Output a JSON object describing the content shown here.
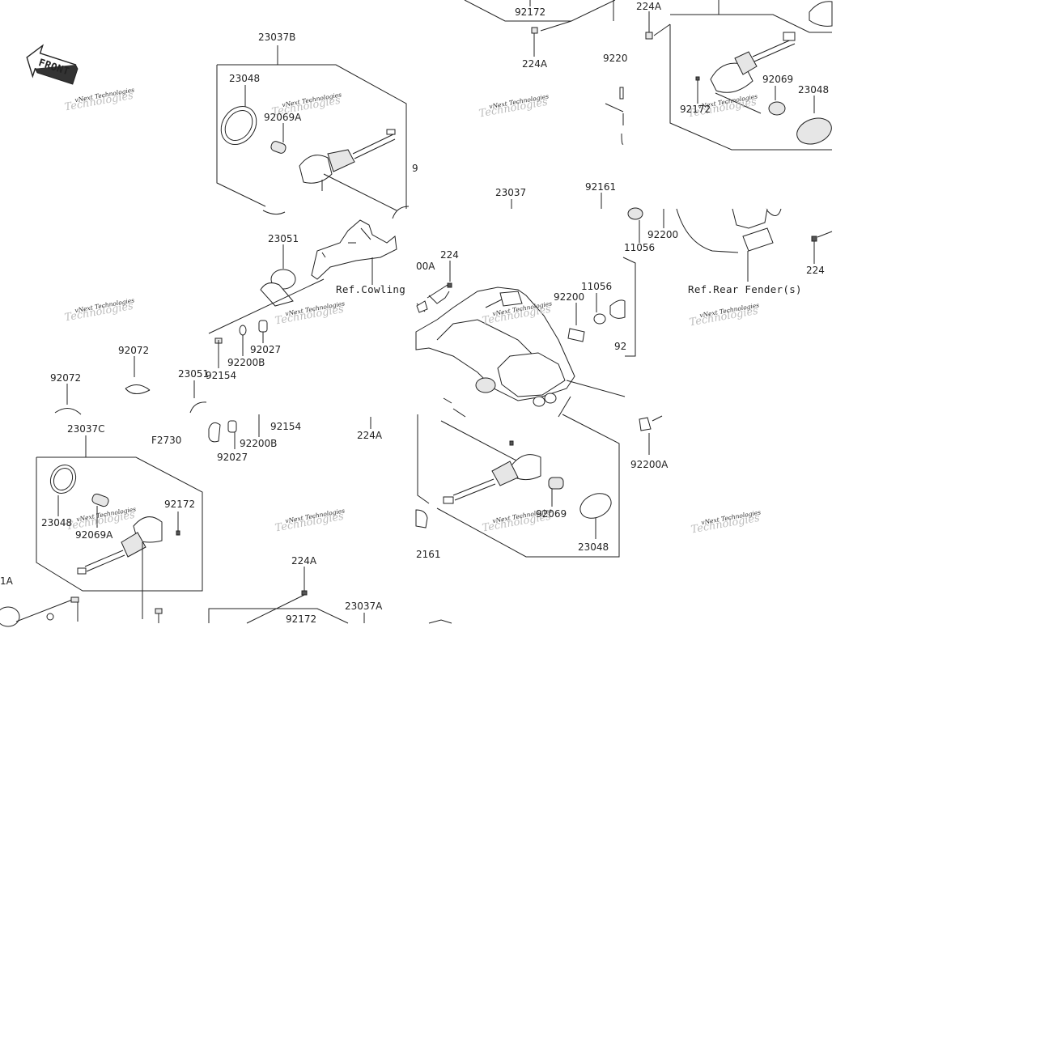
{
  "diagram": {
    "front_label": "FRONT",
    "watermark": "vNext Technologies",
    "figure_code": "F2730",
    "refs": {
      "cowling": "Ref.Cowling",
      "rear_fender": "Ref.Rear Fender(s)"
    },
    "callouts": {
      "c_23037B": "23037B",
      "c_23048_a": "23048",
      "c_92069A_a": "92069A",
      "c_23051_a": "23051",
      "c_92027_a": "92027",
      "c_92200B_a": "92200B",
      "c_92154_a": "92154",
      "c_92072_a": "92072",
      "c_92072_b": "92072",
      "c_23051_b": "23051",
      "c_92154_b": "92154",
      "c_92200B_b": "92200B",
      "c_92027_b": "92027",
      "c_224A_mid": "224A",
      "c_23037C": "23037C",
      "c_23048_c": "23048",
      "c_92069A_c": "92069A",
      "c_92172_c": "92172",
      "c_1A_left": "1A",
      "c_224A_low": "224A",
      "c_92172_low": "92172",
      "c_23037A": "23037A",
      "c_92172_top": "92172",
      "c_224A_top": "224A",
      "c_224A_tr": "224A",
      "c_9222_cut": "9220",
      "c_92069_tr": "92069",
      "c_92172_tr": "92172",
      "c_23048_tr": "23048",
      "c_23037": "23037",
      "c_92161_a": "92161",
      "c_11056_a": "11056",
      "c_92200_a": "92200",
      "c_224_r": "224",
      "c_224_m": "224",
      "c_00A_cut": "00A",
      "c_92200_m": "92200",
      "c_11056_m": "11056",
      "c_92_cut": "92",
      "c_92200A_r": "92200A",
      "c_92069_br": "92069",
      "c_23048_br": "23048",
      "c_2161_cut": "2161",
      "c_9_cut": "9"
    }
  }
}
